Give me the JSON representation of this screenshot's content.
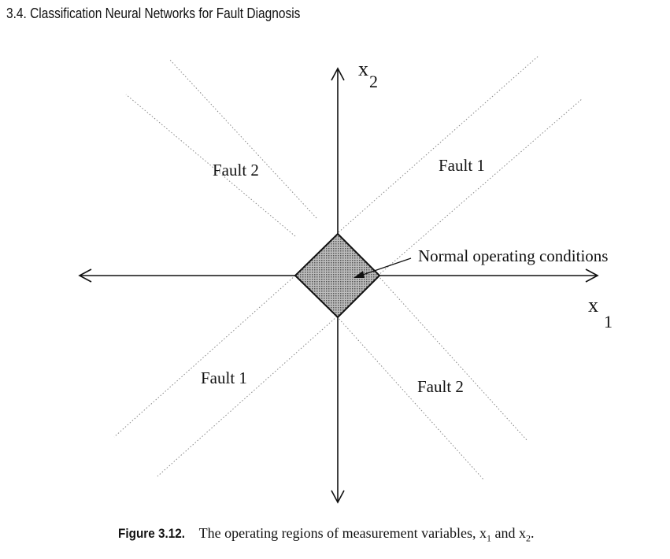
{
  "header": {
    "section_title": "3.4. Classification Neural Networks for Fault Diagnosis"
  },
  "diagram": {
    "axis_x_label": "x",
    "axis_x_subscript": "1",
    "axis_y_label": "x",
    "axis_y_subscript": "2",
    "regions": {
      "upper_left": "Fault 2",
      "upper_right": "Fault 1",
      "lower_left": "Fault 1",
      "lower_right": "Fault 2"
    },
    "center_annotation": "Normal operating conditions"
  },
  "caption": {
    "label": "Figure 3.12.",
    "text_before": "The operating regions of measurement variables, x",
    "sub1": "1",
    "text_middle": " and x",
    "sub2": "2",
    "text_after": "."
  }
}
